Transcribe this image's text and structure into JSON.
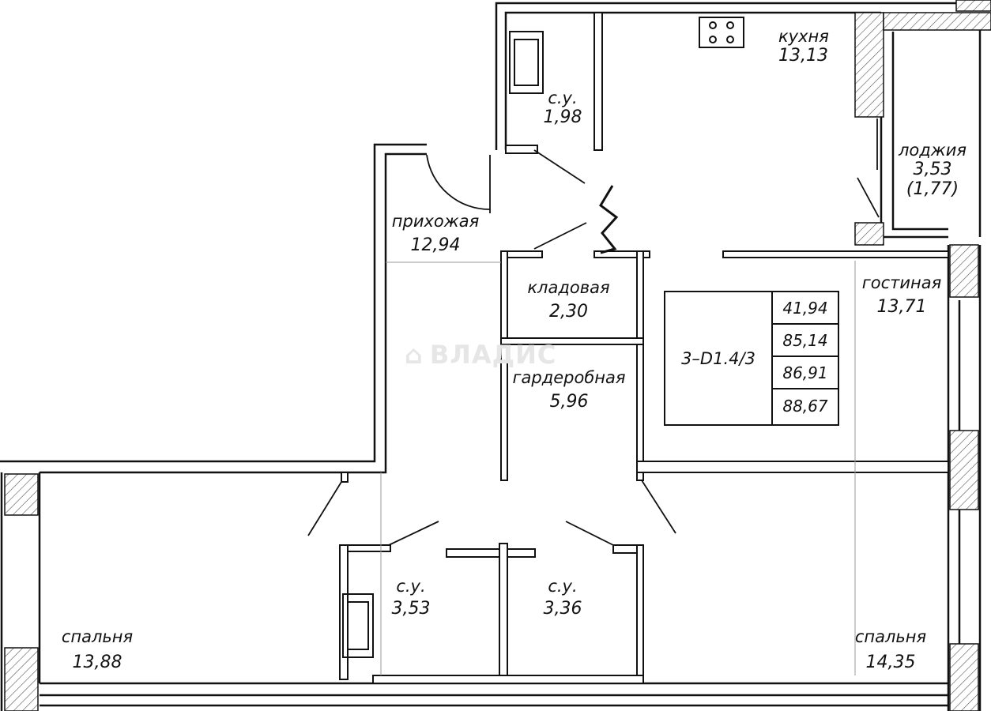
{
  "rooms": {
    "kitchen": {
      "name": "кухня",
      "area": "13,13"
    },
    "wc_top": {
      "name": "с.у.",
      "area": "1,98"
    },
    "loggia": {
      "name": "лоджия",
      "area": "3,53",
      "area_reduced": "(1,77)"
    },
    "hall": {
      "name": "прихожая",
      "area": "12,94"
    },
    "storage": {
      "name": "кладовая",
      "area": "2,30"
    },
    "living": {
      "name": "гостиная",
      "area": "13,71"
    },
    "wardrobe": {
      "name": "гардеробная",
      "area": "5,96"
    },
    "wc_left": {
      "name": "с.у.",
      "area": "3,53"
    },
    "wc_right": {
      "name": "с.у.",
      "area": "3,36"
    },
    "bedroom_left": {
      "name": "спальня",
      "area": "13,88"
    },
    "bedroom_right": {
      "name": "спальня",
      "area": "14,35"
    }
  },
  "summary": {
    "code": "3–D1.4/3",
    "values": [
      "41,94",
      "85,14",
      "86,91",
      "88,67"
    ]
  },
  "watermark": {
    "text": "ВЛАДИС"
  }
}
